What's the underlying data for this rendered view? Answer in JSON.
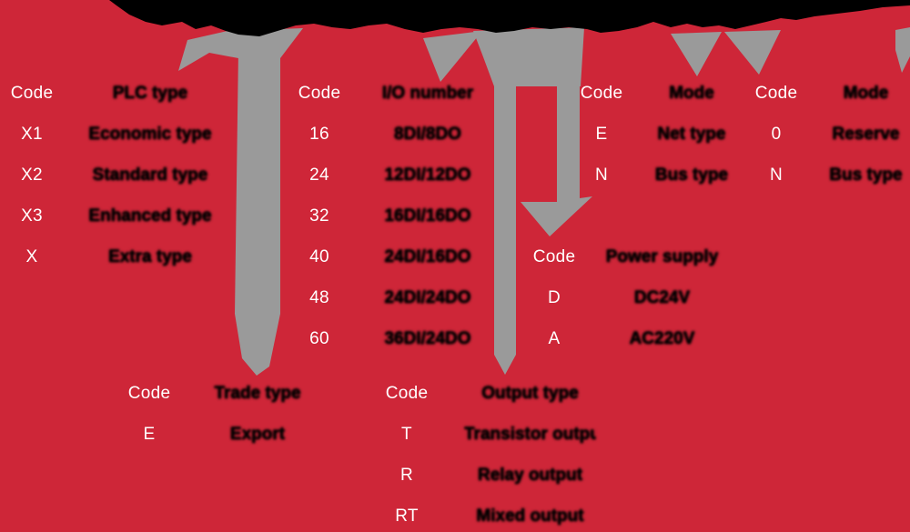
{
  "colors": {
    "background": "#CE2638",
    "arrow_gray": "#9A9A9A",
    "model_silhouette": "#000000",
    "code_text": "#FFFFFF",
    "label_text": "#000000"
  },
  "tables": [
    {
      "name": "plc-type",
      "header": {
        "code": "Code",
        "label": "PLC type"
      },
      "rows": [
        {
          "code": "X1",
          "label": "Economic type"
        },
        {
          "code": "X2",
          "label": "Standard type"
        },
        {
          "code": "X3",
          "label": "Enhanced type"
        },
        {
          "code": "X",
          "label": "Extra type"
        }
      ]
    },
    {
      "name": "io-number",
      "header": {
        "code": "Code",
        "label": "I/O number"
      },
      "rows": [
        {
          "code": "16",
          "label": "8DI/8DO"
        },
        {
          "code": "24",
          "label": "12DI/12DO"
        },
        {
          "code": "32",
          "label": "16DI/16DO"
        },
        {
          "code": "40",
          "label": "24DI/16DO"
        },
        {
          "code": "48",
          "label": "24DI/24DO"
        },
        {
          "code": "60",
          "label": "36DI/24DO"
        }
      ]
    },
    {
      "name": "mode-en",
      "header": {
        "code": "Code",
        "label": "Mode"
      },
      "rows": [
        {
          "code": "E",
          "label": "Net type"
        },
        {
          "code": "N",
          "label": "Bus type"
        }
      ]
    },
    {
      "name": "mode-0n",
      "header": {
        "code": "Code",
        "label": "Mode"
      },
      "rows": [
        {
          "code": "0",
          "label": "Reserve"
        },
        {
          "code": "N",
          "label": "Bus type"
        }
      ]
    },
    {
      "name": "power-supply",
      "header": {
        "code": "Code",
        "label": "Power supply"
      },
      "rows": [
        {
          "code": "D",
          "label": "DC24V"
        },
        {
          "code": "A",
          "label": "AC220V"
        }
      ]
    },
    {
      "name": "trade-type",
      "header": {
        "code": "Code",
        "label": "Trade type"
      },
      "rows": [
        {
          "code": "E",
          "label": "Export"
        }
      ]
    },
    {
      "name": "output-type",
      "header": {
        "code": "Code",
        "label": "Output type"
      },
      "rows": [
        {
          "code": "T",
          "label": "Transistor output"
        },
        {
          "code": "R",
          "label": "Relay output"
        },
        {
          "code": "RT",
          "label": "Mixed output"
        }
      ]
    }
  ]
}
